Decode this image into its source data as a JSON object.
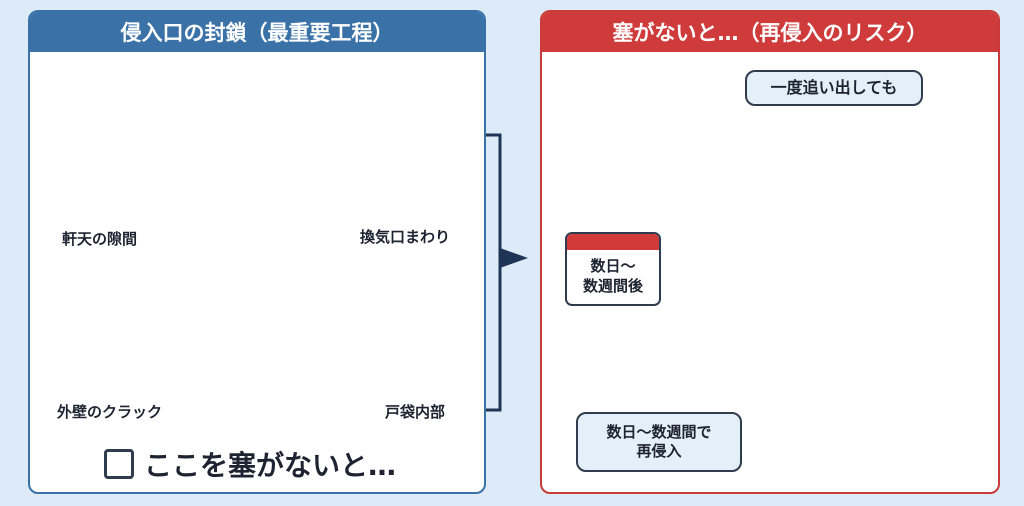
{
  "left_panel": {
    "title": "侵入口の封鎖（最重要工程）",
    "labels": [
      "軒天の隙間",
      "換気口まわり",
      "外壁のクラック",
      "戸袋内部"
    ],
    "bottom_text": "ここを塞がないと…"
  },
  "right_panel": {
    "title": "塞がないと…（再侵入のリスク）",
    "bubble_top": "一度追い出しても",
    "calendar_line1": "数日〜",
    "calendar_line2": "数週間後",
    "bubble_bottom_line1": "数日〜数週間で",
    "bubble_bottom_line2": "再侵入"
  },
  "colors": {
    "blue": "#3a72a8",
    "red": "#cf3b3b",
    "navy": "#1f3556",
    "background": "#dcebf7"
  }
}
